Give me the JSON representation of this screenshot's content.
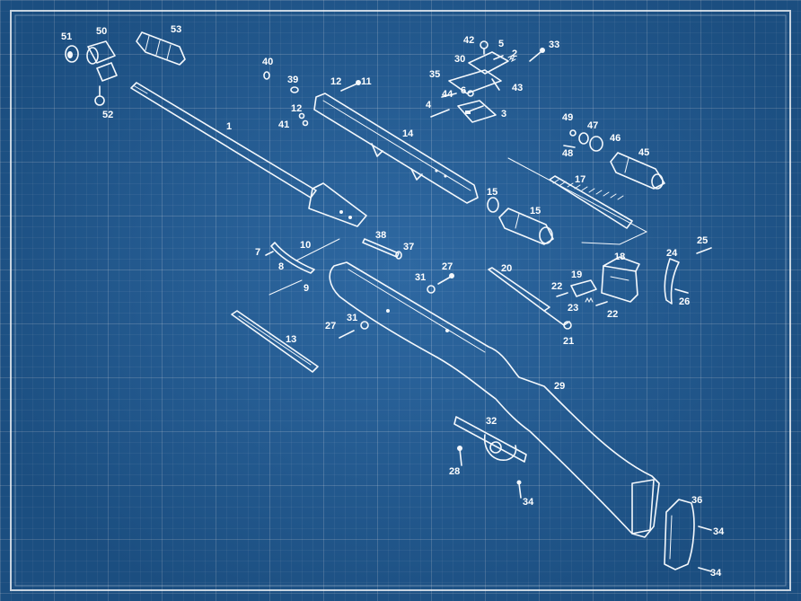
{
  "colors": {
    "background": "#215f9c",
    "grid": "#5d8fc3",
    "ink": "#f4f8fc"
  },
  "labels": {
    "p1": "1",
    "p2": "2",
    "p3": "3",
    "p4": "4",
    "p5": "5",
    "p6": "6",
    "p7": "7",
    "p8": "8",
    "p9": "9",
    "p10": "10",
    "p11": "11",
    "p12a": "12",
    "p12b": "12",
    "p13": "13",
    "p14": "14",
    "p15a": "15",
    "p15b": "15",
    "p17": "17",
    "p18": "18",
    "p19": "19",
    "p20": "20",
    "p21": "21",
    "p22a": "22",
    "p22b": "22",
    "p23": "23",
    "p24": "24",
    "p25": "25",
    "p26": "26",
    "p27a": "27",
    "p27b": "27",
    "p28": "28",
    "p29": "29",
    "p30": "30",
    "p31a": "31",
    "p31b": "31",
    "p32": "32",
    "p33": "33",
    "p34a": "34",
    "p34b": "34",
    "p34c": "34",
    "p35": "35",
    "p36": "36",
    "p37": "37",
    "p38": "38",
    "p39": "39",
    "p40": "40",
    "p41": "41",
    "p42": "42",
    "p43": "43",
    "p44": "44",
    "p45": "45",
    "p46": "46",
    "p47": "47",
    "p48": "48",
    "p49": "49",
    "p50": "50",
    "p51": "51",
    "p52": "52",
    "p53": "53"
  }
}
